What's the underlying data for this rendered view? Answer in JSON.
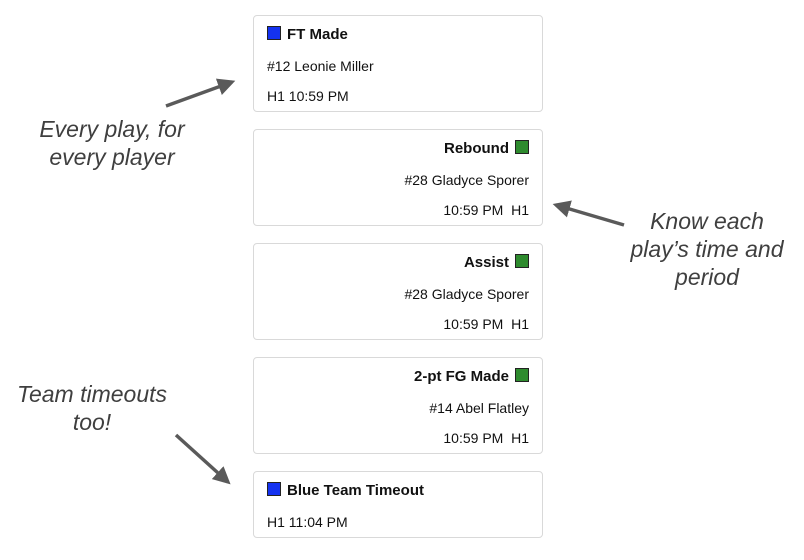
{
  "colors": {
    "blue_team": "#1432f0",
    "green_team": "#2e8b2e",
    "annotation_text": "#3f3f3f",
    "arrow": "#5a5a5a"
  },
  "plays": [
    {
      "align": "left",
      "team_color": "blue",
      "title": "FT Made",
      "player": "#12 Leonie Miller",
      "time": "H1 10:59 PM"
    },
    {
      "align": "right",
      "team_color": "green",
      "title": "Rebound",
      "player": "#28 Gladyce Sporer",
      "time": "10:59 PM  H1"
    },
    {
      "align": "right",
      "team_color": "green",
      "title": "Assist",
      "player": "#28 Gladyce Sporer",
      "time": "10:59 PM  H1"
    },
    {
      "align": "right",
      "team_color": "green",
      "title": "2-pt FG Made",
      "player": "#14 Abel Flatley",
      "time": "10:59 PM  H1"
    },
    {
      "align": "left",
      "team_color": "blue",
      "title": "Blue Team Timeout",
      "time": "H1 11:04 PM"
    }
  ],
  "annotations": {
    "every_play": [
      "Every play, for",
      "every player"
    ],
    "know_time": [
      "Know each",
      "play’s time and",
      "period"
    ],
    "timeouts": [
      "Team timeouts",
      "too!"
    ]
  }
}
